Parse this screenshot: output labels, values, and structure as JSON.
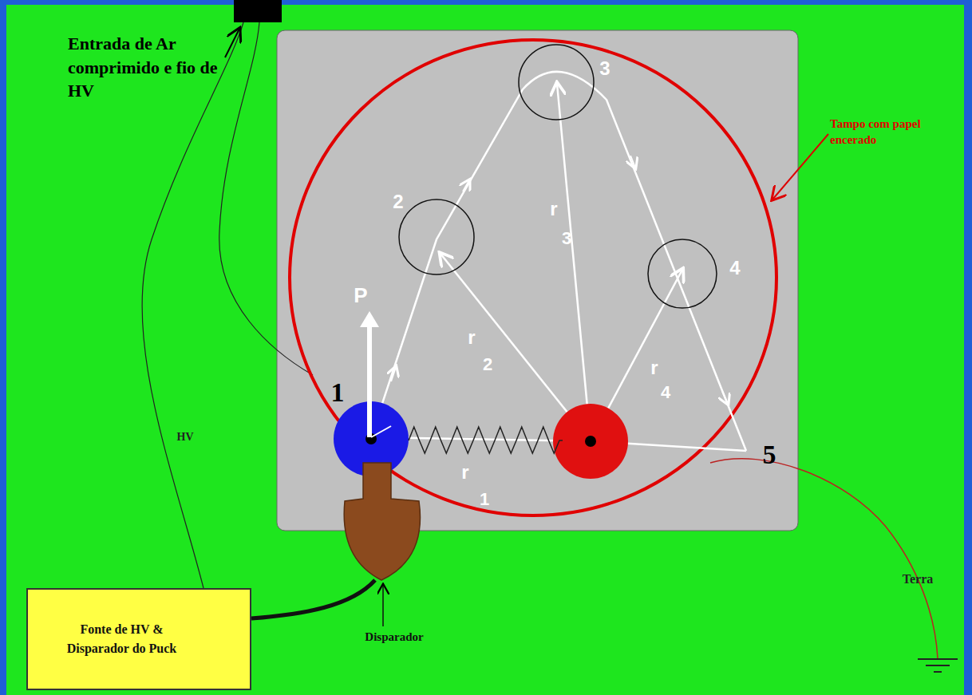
{
  "diagram": {
    "nodes": [
      {
        "text": [
          "Fonte de HV & Disparador do Puck"
        ]
      }
    ],
    "edges": [],
    "labels": [
      "Entrada de Ar comprimido e fio de HV",
      "Tampo com papel encerado",
      "P",
      "1",
      "2",
      "3",
      "4",
      "5",
      "r",
      "1",
      "r",
      "2",
      "r",
      "3",
      "r",
      "4",
      "HV",
      "Disparador",
      "Terra"
    ]
  }
}
